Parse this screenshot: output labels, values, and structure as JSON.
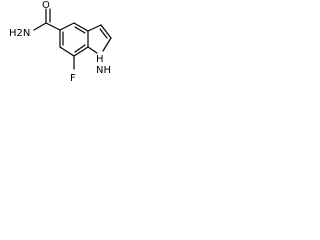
{
  "molecule": {
    "labels": {
      "amide_nh2": "H2N",
      "carbonyl_o": "O",
      "fluorine": "F",
      "indole_nh": "NH",
      "indole_h": "H"
    }
  }
}
